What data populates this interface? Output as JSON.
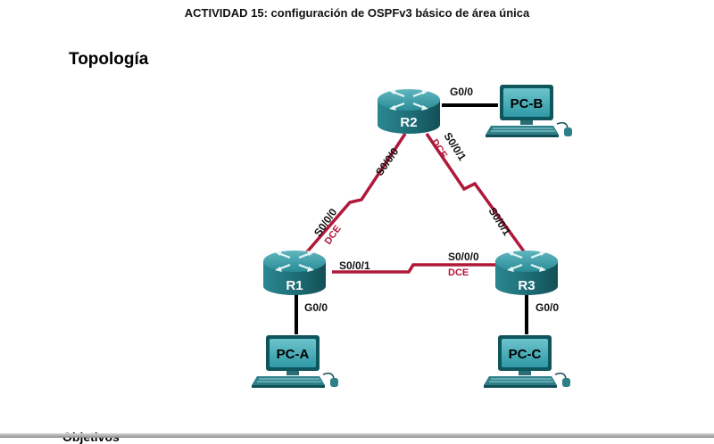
{
  "header": {
    "title": "ACTIVIDAD 15: configuración de OSPFv3 básico de área única"
  },
  "section": {
    "title": "Topología",
    "next_heading": "Objetivos"
  },
  "colors": {
    "serial_link": "#b0183a",
    "ethernet_link": "#000000",
    "router_body": "#1f7f89",
    "pc_screen": "#3fa7b3"
  },
  "routers": {
    "r1": "R1",
    "r2": "R2",
    "r3": "R3"
  },
  "pcs": {
    "pc_a": "PC-A",
    "pc_b": "PC-B",
    "pc_c": "PC-C"
  },
  "interfaces": {
    "r2_g0": "G0/0",
    "r2_s000": "S0/0/0",
    "r2_s001": "S0/0/1",
    "r1_s000": "S0/0/0",
    "r1_s001": "S0/0/1",
    "r1_g0": "G0/0",
    "r3_s000": "S0/0/0",
    "r3_s001": "S0/0/1",
    "r3_g0": "G0/0"
  },
  "dce": {
    "r2": "DCE",
    "r1": "DCE",
    "r3": "DCE"
  }
}
